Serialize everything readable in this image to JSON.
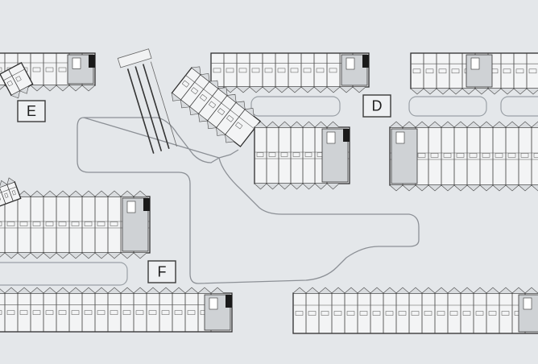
{
  "building_labels": [
    {
      "id": "E",
      "text": "E"
    },
    {
      "id": "D",
      "text": "D"
    },
    {
      "id": "F",
      "text": "F"
    }
  ],
  "colors": {
    "background": "#e4e7ea",
    "walls": "#2e2e2e",
    "paths": "#8c9096"
  }
}
